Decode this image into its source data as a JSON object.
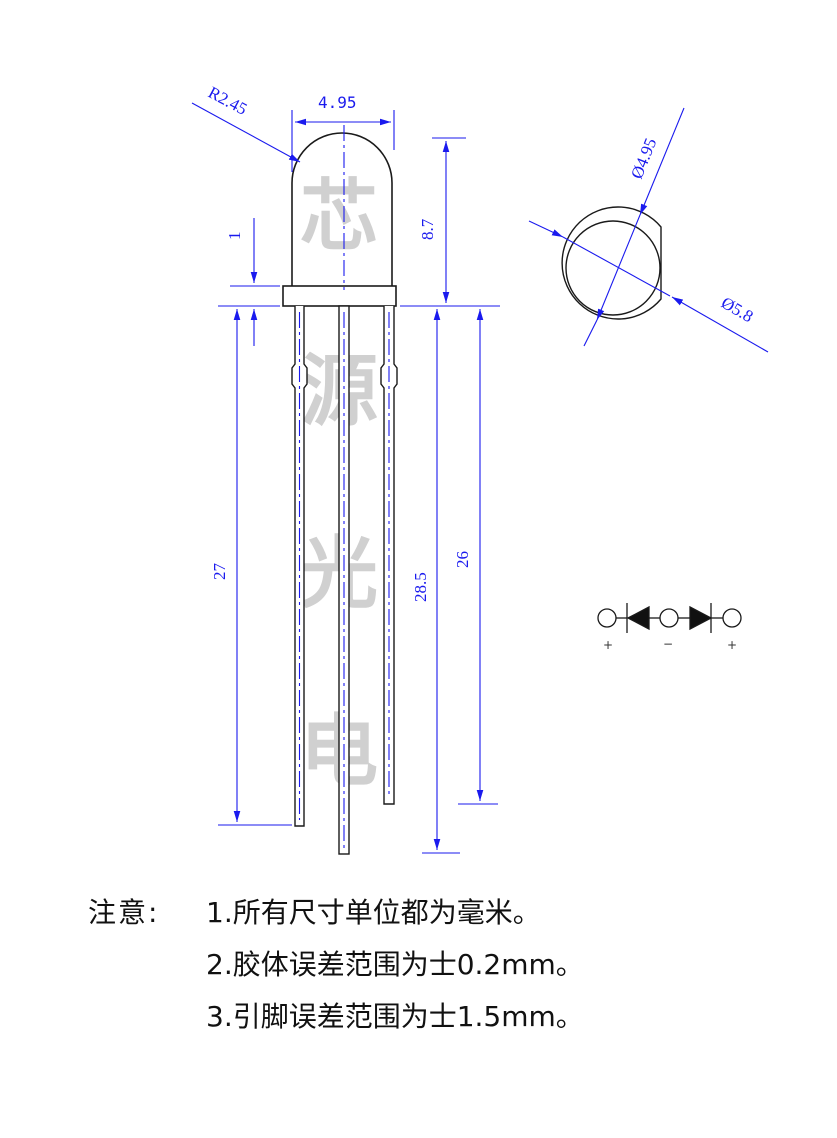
{
  "colors": {
    "dimension": "#1a1aee",
    "outline": "#1a1a1a",
    "centerline": "#1a1aee",
    "watermark": "#cfcfcf"
  },
  "watermark": [
    "芯",
    "源",
    "光",
    "电"
  ],
  "dimensions": {
    "radius": "R2.45",
    "body_width": "4.95",
    "dome_height": "8.7",
    "flange_thickness": "1",
    "short_lead": "27",
    "center_lead": "28.5",
    "long_lead": "26",
    "inner_diameter": "Ø4.95",
    "outer_diameter": "Ø5.8"
  },
  "symbol": {
    "pin_left": "+",
    "pin_center": "−",
    "pin_right": "+"
  },
  "notes": {
    "title": "注意:",
    "items": [
      "1.所有尺寸单位都为毫米。",
      "2.胶体误差范围为士0.2mm。",
      "3.引脚误差范围为士1.5mm。"
    ]
  }
}
